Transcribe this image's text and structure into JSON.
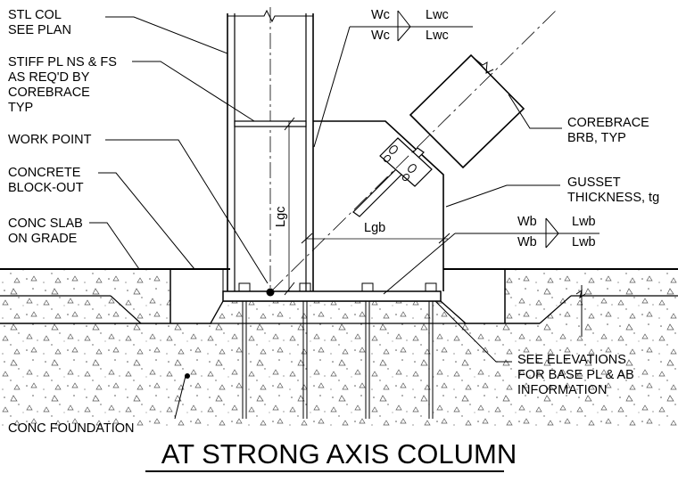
{
  "drawing": {
    "title": "AT STRONG AXIS COLUMN",
    "labels": {
      "stl_col_1": "STL COL",
      "stl_col_2": "SEE PLAN",
      "stiff_1": "STIFF PL NS & FS",
      "stiff_2": "AS REQ'D BY",
      "stiff_3": "COREBRACE",
      "stiff_4": "TYP",
      "work_point": "WORK POINT",
      "conc_block_1": "CONCRETE",
      "conc_block_2": "BLOCK-OUT",
      "conc_slab_1": "CONC SLAB",
      "conc_slab_2": "ON GRADE",
      "conc_foundation": "CONC FOUNDATION",
      "corebrace_1": "COREBRACE",
      "corebrace_2": "BRB, TYP",
      "gusset_1": "GUSSET",
      "gusset_2": "THICKNESS, tg",
      "see_elev_1": "SEE ELEVATIONS",
      "see_elev_2": "FOR BASE PL & AB",
      "see_elev_3": "INFORMATION",
      "lgc": "Lgc",
      "lgb": "Lgb"
    },
    "weld_column": {
      "top_left": "Wc",
      "bottom_left": "Wc",
      "top_right": "Lwc",
      "bottom_right": "Lwc"
    },
    "weld_base": {
      "top_left": "Wb",
      "bottom_left": "Wb",
      "top_right": "Lwb",
      "bottom_right": "Lwb"
    }
  }
}
